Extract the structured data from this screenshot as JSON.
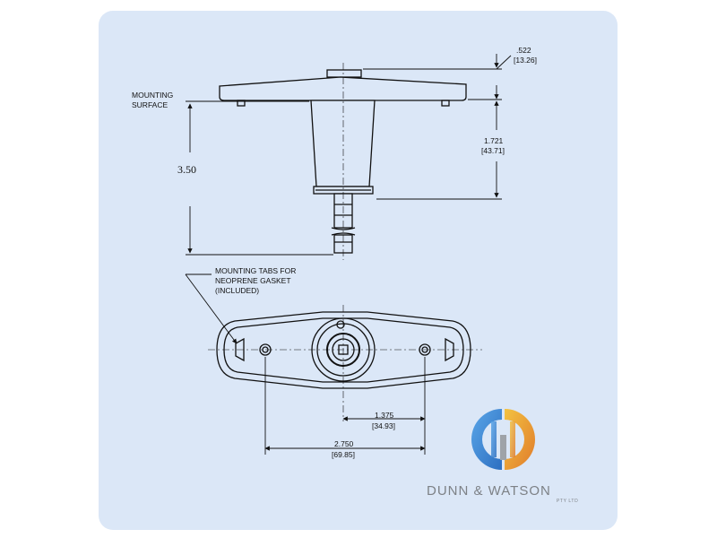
{
  "colors": {
    "panel_bg": "#dbe7f7",
    "line": "#111111",
    "brand_text": "#7d8186"
  },
  "labels": {
    "mounting_surface_line1": "MOUNTING",
    "mounting_surface_line2": "SURFACE",
    "height_total": "3.50",
    "dim_top_in": ".522",
    "dim_top_mm": "[13.26]",
    "dim_body_in": "1.721",
    "dim_body_mm": "[43.71]",
    "tabs_line1": "MOUNTING TABS FOR",
    "tabs_line2": "NEOPRENE GASKET",
    "tabs_line3": "(INCLUDED)",
    "dim_half_in": "1.375",
    "dim_half_mm": "[34.93]",
    "dim_full_in": "2.750",
    "dim_full_mm": "[69.85]"
  },
  "brand": {
    "name": "DUNN & WATSON",
    "sub": "PTY LTD",
    "logo": "dw-logo-icon"
  }
}
